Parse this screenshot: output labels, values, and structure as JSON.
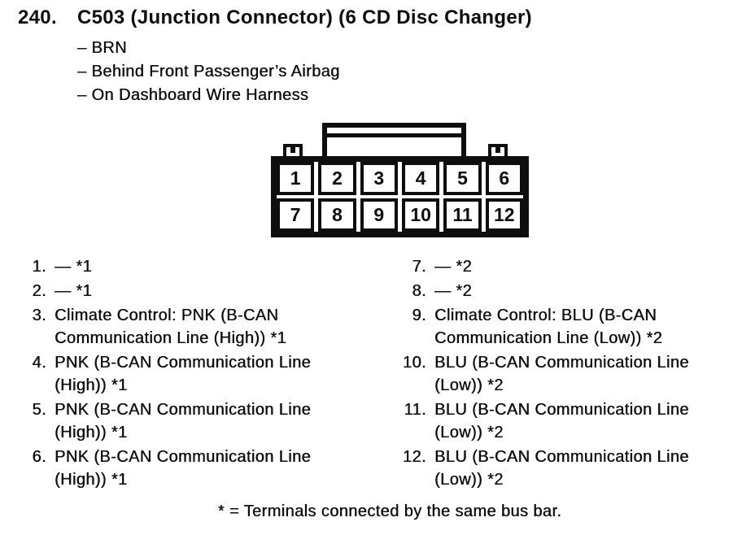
{
  "header": {
    "number": "240.",
    "title": "C503 (Junction Connector) (6 CD Disc Changer)",
    "attributes": [
      "– BRN",
      "– Behind Front Passenger’s Airbag",
      "– On Dashboard Wire Harness"
    ]
  },
  "connector": {
    "pins": [
      "1",
      "2",
      "3",
      "4",
      "5",
      "6",
      "7",
      "8",
      "9",
      "10",
      "11",
      "12"
    ]
  },
  "pin_descriptions": {
    "left": [
      {
        "num": "1.",
        "desc": "— *1"
      },
      {
        "num": "2.",
        "desc": "— *1"
      },
      {
        "num": "3.",
        "desc": "Climate Control: PNK (B-CAN Communication Line (High)) *1"
      },
      {
        "num": "4.",
        "desc": "PNK (B-CAN Communication Line (High)) *1"
      },
      {
        "num": "5.",
        "desc": "PNK (B-CAN Communication Line (High)) *1"
      },
      {
        "num": "6.",
        "desc": "PNK (B-CAN Communication Line (High)) *1"
      }
    ],
    "right": [
      {
        "num": "7.",
        "desc": "— *2"
      },
      {
        "num": "8.",
        "desc": "— *2"
      },
      {
        "num": "9.",
        "desc": "Climate Control: BLU (B-CAN Communication Line (Low)) *2"
      },
      {
        "num": "10.",
        "desc": "BLU (B-CAN Communication Line (Low)) *2"
      },
      {
        "num": "11.",
        "desc": "BLU (B-CAN Communication Line (Low)) *2"
      },
      {
        "num": "12.",
        "desc": "BLU (B-CAN Communication Line (Low)) *2"
      }
    ]
  },
  "footnote": "* = Terminals connected by the same bus bar.",
  "colors": {
    "ink": "#0e0e0e",
    "paper": "#ffffff"
  }
}
